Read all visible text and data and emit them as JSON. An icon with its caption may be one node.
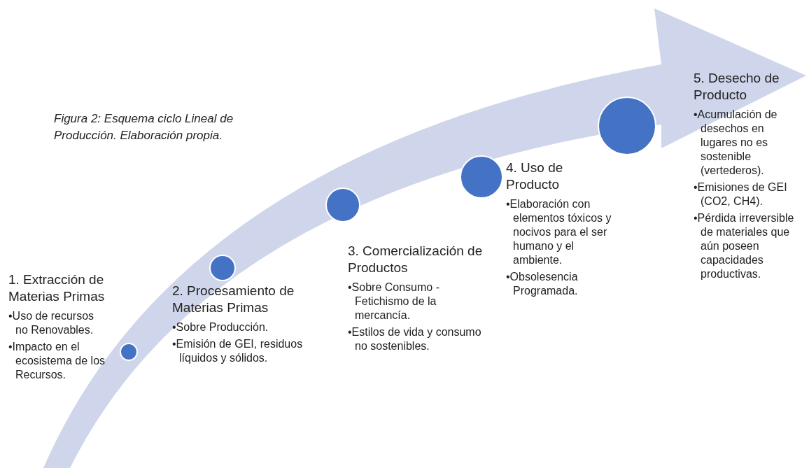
{
  "diagram": {
    "caption": "Figura 2: Esquema ciclo Lineal de Producción. Elaboración propia.",
    "nodes": [
      {
        "text": [
          "1. Extracción de Materias Primas",
          "•Uso de recursos no Renovables.",
          "•Impacto en el ecosistema de los Recursos."
        ]
      },
      {
        "text": [
          "2. Procesamiento de Materias Primas",
          "•Sobre Producción.",
          "•Emisión de GEI, residuos líquidos y sólidos."
        ]
      },
      {
        "text": [
          "3. Comercialización de Productos",
          "•Sobre Consumo - Fetichismo de la mercancía.",
          "•Estilos de vida y consumo no sostenibles."
        ]
      },
      {
        "text": [
          "4. Uso de Producto",
          "•Elaboración con elementos tóxicos y nocivos para el ser humano y el ambiente.",
          "•Obsolesencia Programada."
        ]
      },
      {
        "text": [
          "5. Desecho de Producto",
          "•Acumulación de desechos en lugares no es sostenible (vertederos).",
          "•Emisiones de GEI (CO2, CH4).",
          "•Pérdida irreversible de materiales que aún poseen capacidades productivas."
        ]
      },
      {
        "text": [],
        "shape": "circle"
      },
      {
        "text": [],
        "shape": "circle"
      },
      {
        "text": [],
        "shape": "circle"
      },
      {
        "text": [],
        "shape": "circle"
      },
      {
        "text": [],
        "shape": "circle"
      }
    ]
  }
}
